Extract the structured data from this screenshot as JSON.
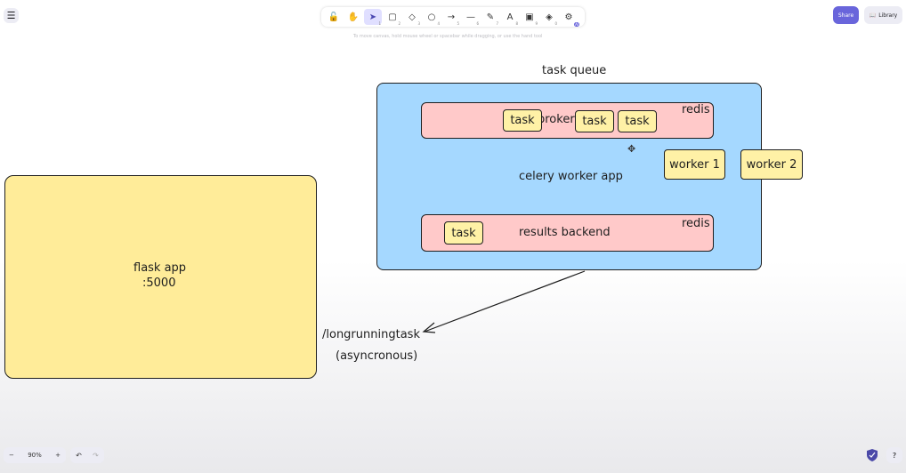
{
  "toolbar": {
    "tools": [
      {
        "name": "lock-icon",
        "glyph": "🔓",
        "num": ""
      },
      {
        "name": "hand-icon",
        "glyph": "✋",
        "num": ""
      },
      {
        "name": "selection-icon",
        "glyph": "➤",
        "num": "1",
        "active": true
      },
      {
        "name": "rectangle-icon",
        "glyph": "▢",
        "num": "2"
      },
      {
        "name": "diamond-icon",
        "glyph": "◇",
        "num": "3"
      },
      {
        "name": "ellipse-icon",
        "glyph": "○",
        "num": "4"
      },
      {
        "name": "arrow-icon",
        "glyph": "→",
        "num": "5"
      },
      {
        "name": "line-icon",
        "glyph": "—",
        "num": "6"
      },
      {
        "name": "pencil-icon",
        "glyph": "✎",
        "num": "7"
      },
      {
        "name": "text-icon",
        "glyph": "A",
        "num": "8"
      },
      {
        "name": "image-icon",
        "glyph": "▣",
        "num": "9"
      },
      {
        "name": "eraser-icon",
        "glyph": "◈",
        "num": "0"
      },
      {
        "name": "extra-tools-icon",
        "glyph": "⚙",
        "badge": "AI"
      }
    ],
    "hint": "To move canvas, hold mouse wheel or spacebar while dragging, or use the hand tool"
  },
  "header": {
    "share_label": "Share",
    "library_label": "Library"
  },
  "canvas": {
    "task_queue_title": "task queue",
    "broker_label": "broker",
    "broker_redis": "redis",
    "celery_label": "celery worker app",
    "results_label": "results backend",
    "results_redis": "redis",
    "task_label": "task",
    "worker1": "worker 1",
    "worker2": "worker 2",
    "flask_line1": "flask app",
    "flask_line2": ":5000",
    "endpoint": "/longrunningtask",
    "endpoint_note": "(asyncronous)"
  },
  "footer": {
    "zoom_minus": "−",
    "zoom_level": "90%",
    "zoom_plus": "+",
    "undo": "↶",
    "redo": "↷",
    "help": "?"
  },
  "colors": {
    "blue_fill": "#a5d8ff",
    "red_fill": "#ffc9c9",
    "yellow_fill": "#ffec99",
    "accent": "#6965db"
  }
}
